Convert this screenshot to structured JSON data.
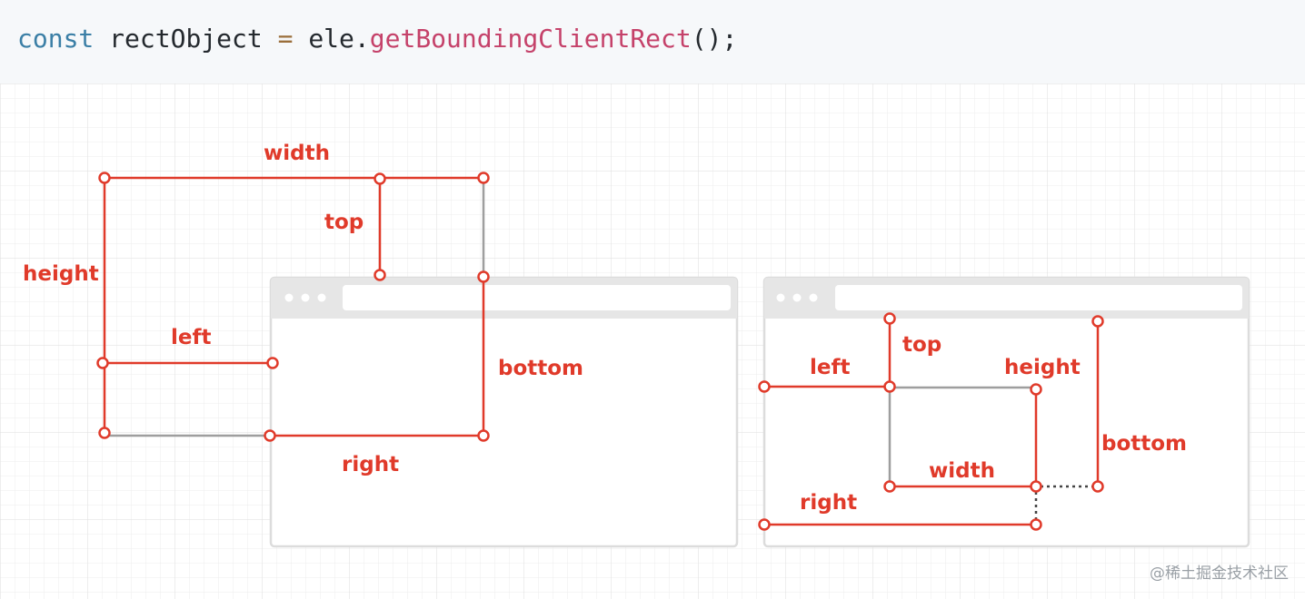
{
  "code": {
    "keyword": "const",
    "variable": "rectObject",
    "operator": "=",
    "object": "ele",
    "dot": ".",
    "method": "getBoundingClientRect",
    "punct": "();",
    "colors": {
      "keyword": "#3b7fa6",
      "method": "#c5426a",
      "plain": "#24292e",
      "operator": "#9a6e3a"
    }
  },
  "diagram": {
    "accent_color": "#e03a2a",
    "case1": {
      "labels": {
        "width": "width",
        "top": "top",
        "height": "height",
        "left": "left",
        "bottom": "bottom",
        "right": "right"
      }
    },
    "case2": {
      "labels": {
        "top": "top",
        "left": "left",
        "height": "height",
        "bottom": "bottom",
        "width": "width",
        "right": "right"
      }
    }
  },
  "watermark": "@稀土掘金技术社区"
}
